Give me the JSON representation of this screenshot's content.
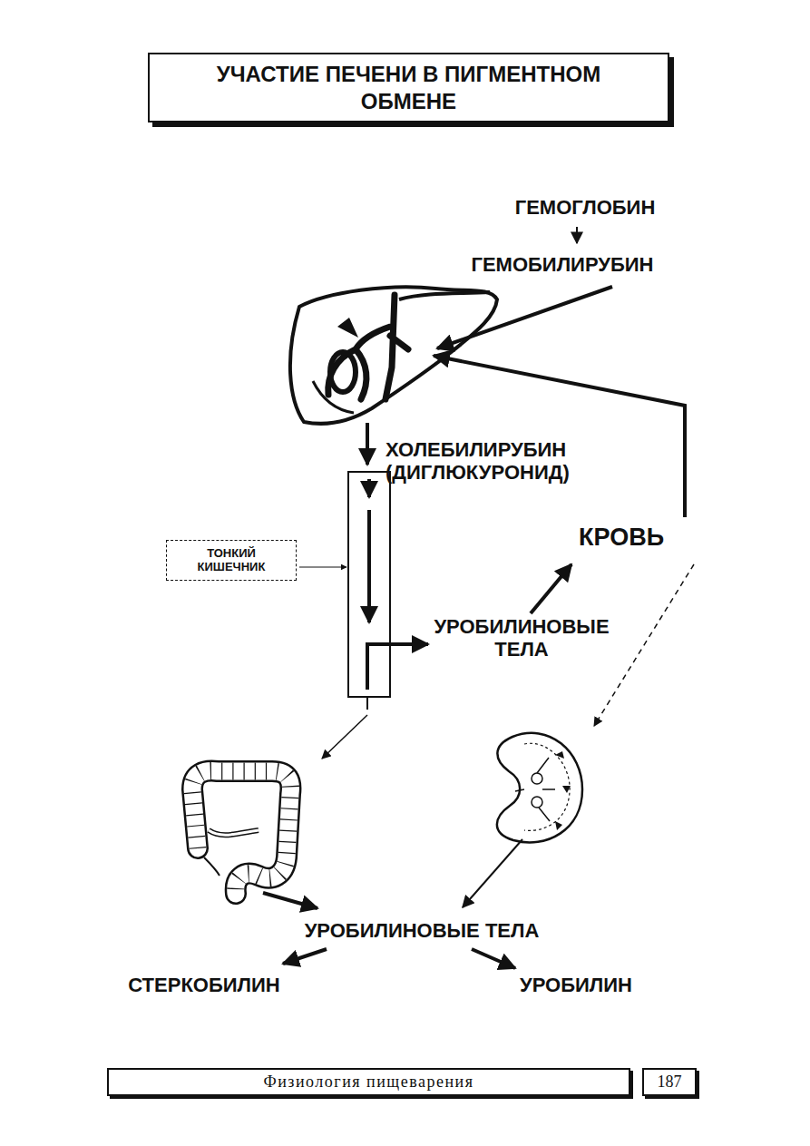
{
  "diagram": {
    "title": "УЧАСТИЕ ПЕЧЕНИ В ПИГМЕНТНОМ ОБМЕНЕ",
    "nodes": [
      {
        "text": [
          "ТОНКИЙ КИШЕЧНИК"
        ]
      },
      {
        "text": [
          "Физиология пищеварения"
        ]
      },
      {
        "text": [
          "187"
        ]
      }
    ],
    "labels": [
      "ГЕМОГЛОБИН",
      "ГЕМОБИЛИРУБИН",
      "ХОЛЕБИЛИРУБИН (ДИГЛЮКУРОНИД)",
      "КРОВЬ",
      "УРОБИЛИНОВЫЕ ТЕЛА",
      "УРОБИЛИНОВЫЕ ТЕЛА",
      "СТЕРКОБИЛИН",
      "УРОБИЛИН"
    ]
  }
}
